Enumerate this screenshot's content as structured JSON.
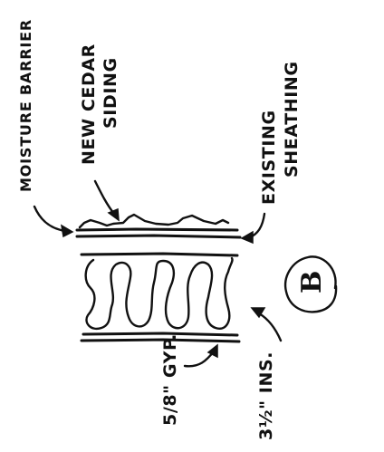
{
  "labels": {
    "moisture_barrier": "MOISTURE BARRIER",
    "new_cedar_line1": "NEW CEDAR",
    "new_cedar_line2": "SIDING",
    "existing_line1": "EXISTING",
    "existing_line2": "SHEATHING",
    "gyp": "5/8\" GYP.",
    "insulation": "3½\" INS.",
    "section_marker": "B"
  },
  "colors": {
    "ink": "#111111",
    "paper": "#ffffff"
  }
}
